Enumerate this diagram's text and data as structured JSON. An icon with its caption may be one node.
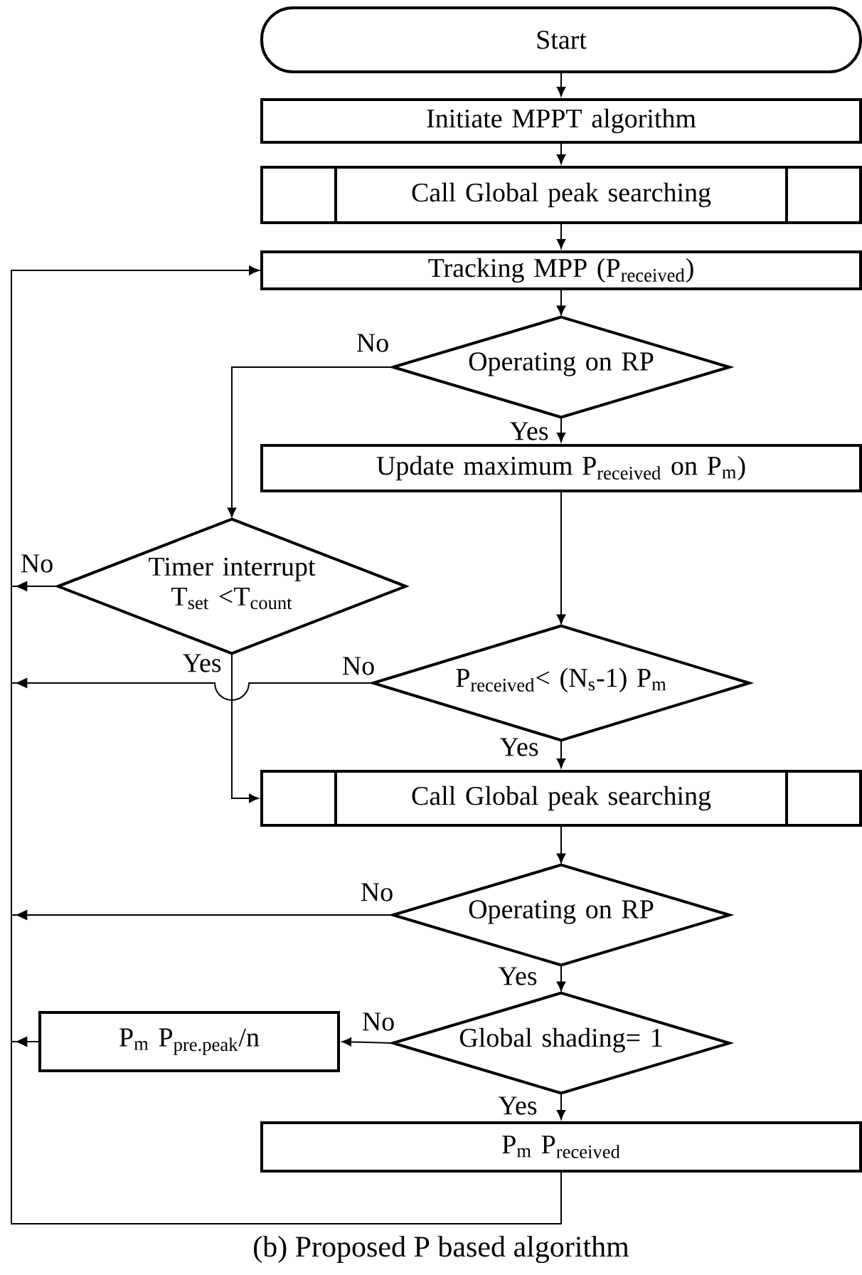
{
  "diagram": {
    "caption": "(b) Proposed P based algorithm",
    "nodes": [
      {
        "text": [
          "Start"
        ]
      },
      {
        "text": [
          "Initiate MPPT algorithm"
        ]
      },
      {
        "text": [
          "Call Global peak searching"
        ]
      },
      {
        "text": [
          "Tracking MPP (P$_{received}$)"
        ]
      },
      {
        "text": [
          "Operating on RP"
        ]
      },
      {
        "text": [
          "Update maximum P$_{received}$ on P$_{m}$)"
        ]
      },
      {
        "text": [
          "Timer interrupt T$_{set}$ <T$_{count}$"
        ]
      },
      {
        "text": [
          "P$_{received}$< (N$_{s}$-1) P$_{m}$"
        ]
      },
      {
        "text": [
          "Call Global peak searching"
        ]
      },
      {
        "text": [
          "Operating on RP"
        ]
      },
      {
        "text": [
          "Global shading= 1"
        ]
      },
      {
        "text": [
          "P$_{m}$ P$_{pre.peak}$/n"
        ]
      },
      {
        "text": [
          "P$_{m}$ P$_{received}$"
        ]
      }
    ],
    "edges": [
      {
        "from": 0,
        "to": 1,
        "arrow": "to"
      },
      {
        "from": 1,
        "to": 2,
        "arrow": "to"
      },
      {
        "from": 2,
        "to": 3,
        "arrow": "to"
      },
      {
        "from": 3,
        "to": 4,
        "arrow": "to"
      },
      {
        "from": 4,
        "to": 5,
        "arrow": "to",
        "label": "Yes"
      },
      {
        "from": 4,
        "to": 6,
        "arrow": "to",
        "label": "No"
      },
      {
        "from": 5,
        "to": 7,
        "arrow": "to"
      },
      {
        "from": 6,
        "to": 3,
        "arrow": "to",
        "label": "No"
      },
      {
        "from": 6,
        "to": 8,
        "arrow": "to",
        "label": "Yes"
      },
      {
        "from": 7,
        "to": 8,
        "arrow": "to",
        "label": "Yes"
      },
      {
        "from": 7,
        "to": 3,
        "arrow": "to",
        "label": "No"
      },
      {
        "from": 8,
        "to": 9,
        "arrow": "to"
      },
      {
        "from": 9,
        "to": 10,
        "arrow": "to",
        "label": "Yes"
      },
      {
        "from": 9,
        "to": 3,
        "arrow": "to",
        "label": "No"
      },
      {
        "from": 10,
        "to": 12,
        "arrow": "to",
        "label": "Yes"
      },
      {
        "from": 10,
        "to": 11,
        "arrow": "to",
        "label": "No"
      },
      {
        "from": 11,
        "to": 3,
        "arrow": "to"
      },
      {
        "from": 12,
        "to": 3,
        "arrow": "to"
      }
    ]
  }
}
